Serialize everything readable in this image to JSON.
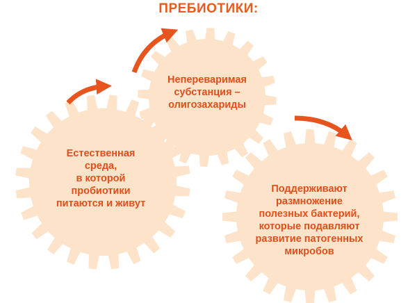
{
  "title": "ПРЕБИОТИКИ:",
  "colors": {
    "title": "#e85a1e",
    "gear_fill": "#fde3ca",
    "text": "#e04e1a",
    "arrow": "#e8541e"
  },
  "gears": [
    {
      "id": "gear-top",
      "lines": [
        "Непереваримая",
        "субстанция –",
        "олигозахариды"
      ]
    },
    {
      "id": "gear-left",
      "lines": [
        "Естественная",
        "среда,",
        "в которой",
        "пробиотики",
        "питаются и живут"
      ]
    },
    {
      "id": "gear-right",
      "lines": [
        "Поддерживают",
        "размножение",
        "полезных бактерий,",
        "которые подавляют",
        "развитие патогенных",
        "микробов"
      ]
    }
  ],
  "arrows": [
    "arrow-left-top",
    "arrow-top-middle",
    "arrow-right"
  ]
}
